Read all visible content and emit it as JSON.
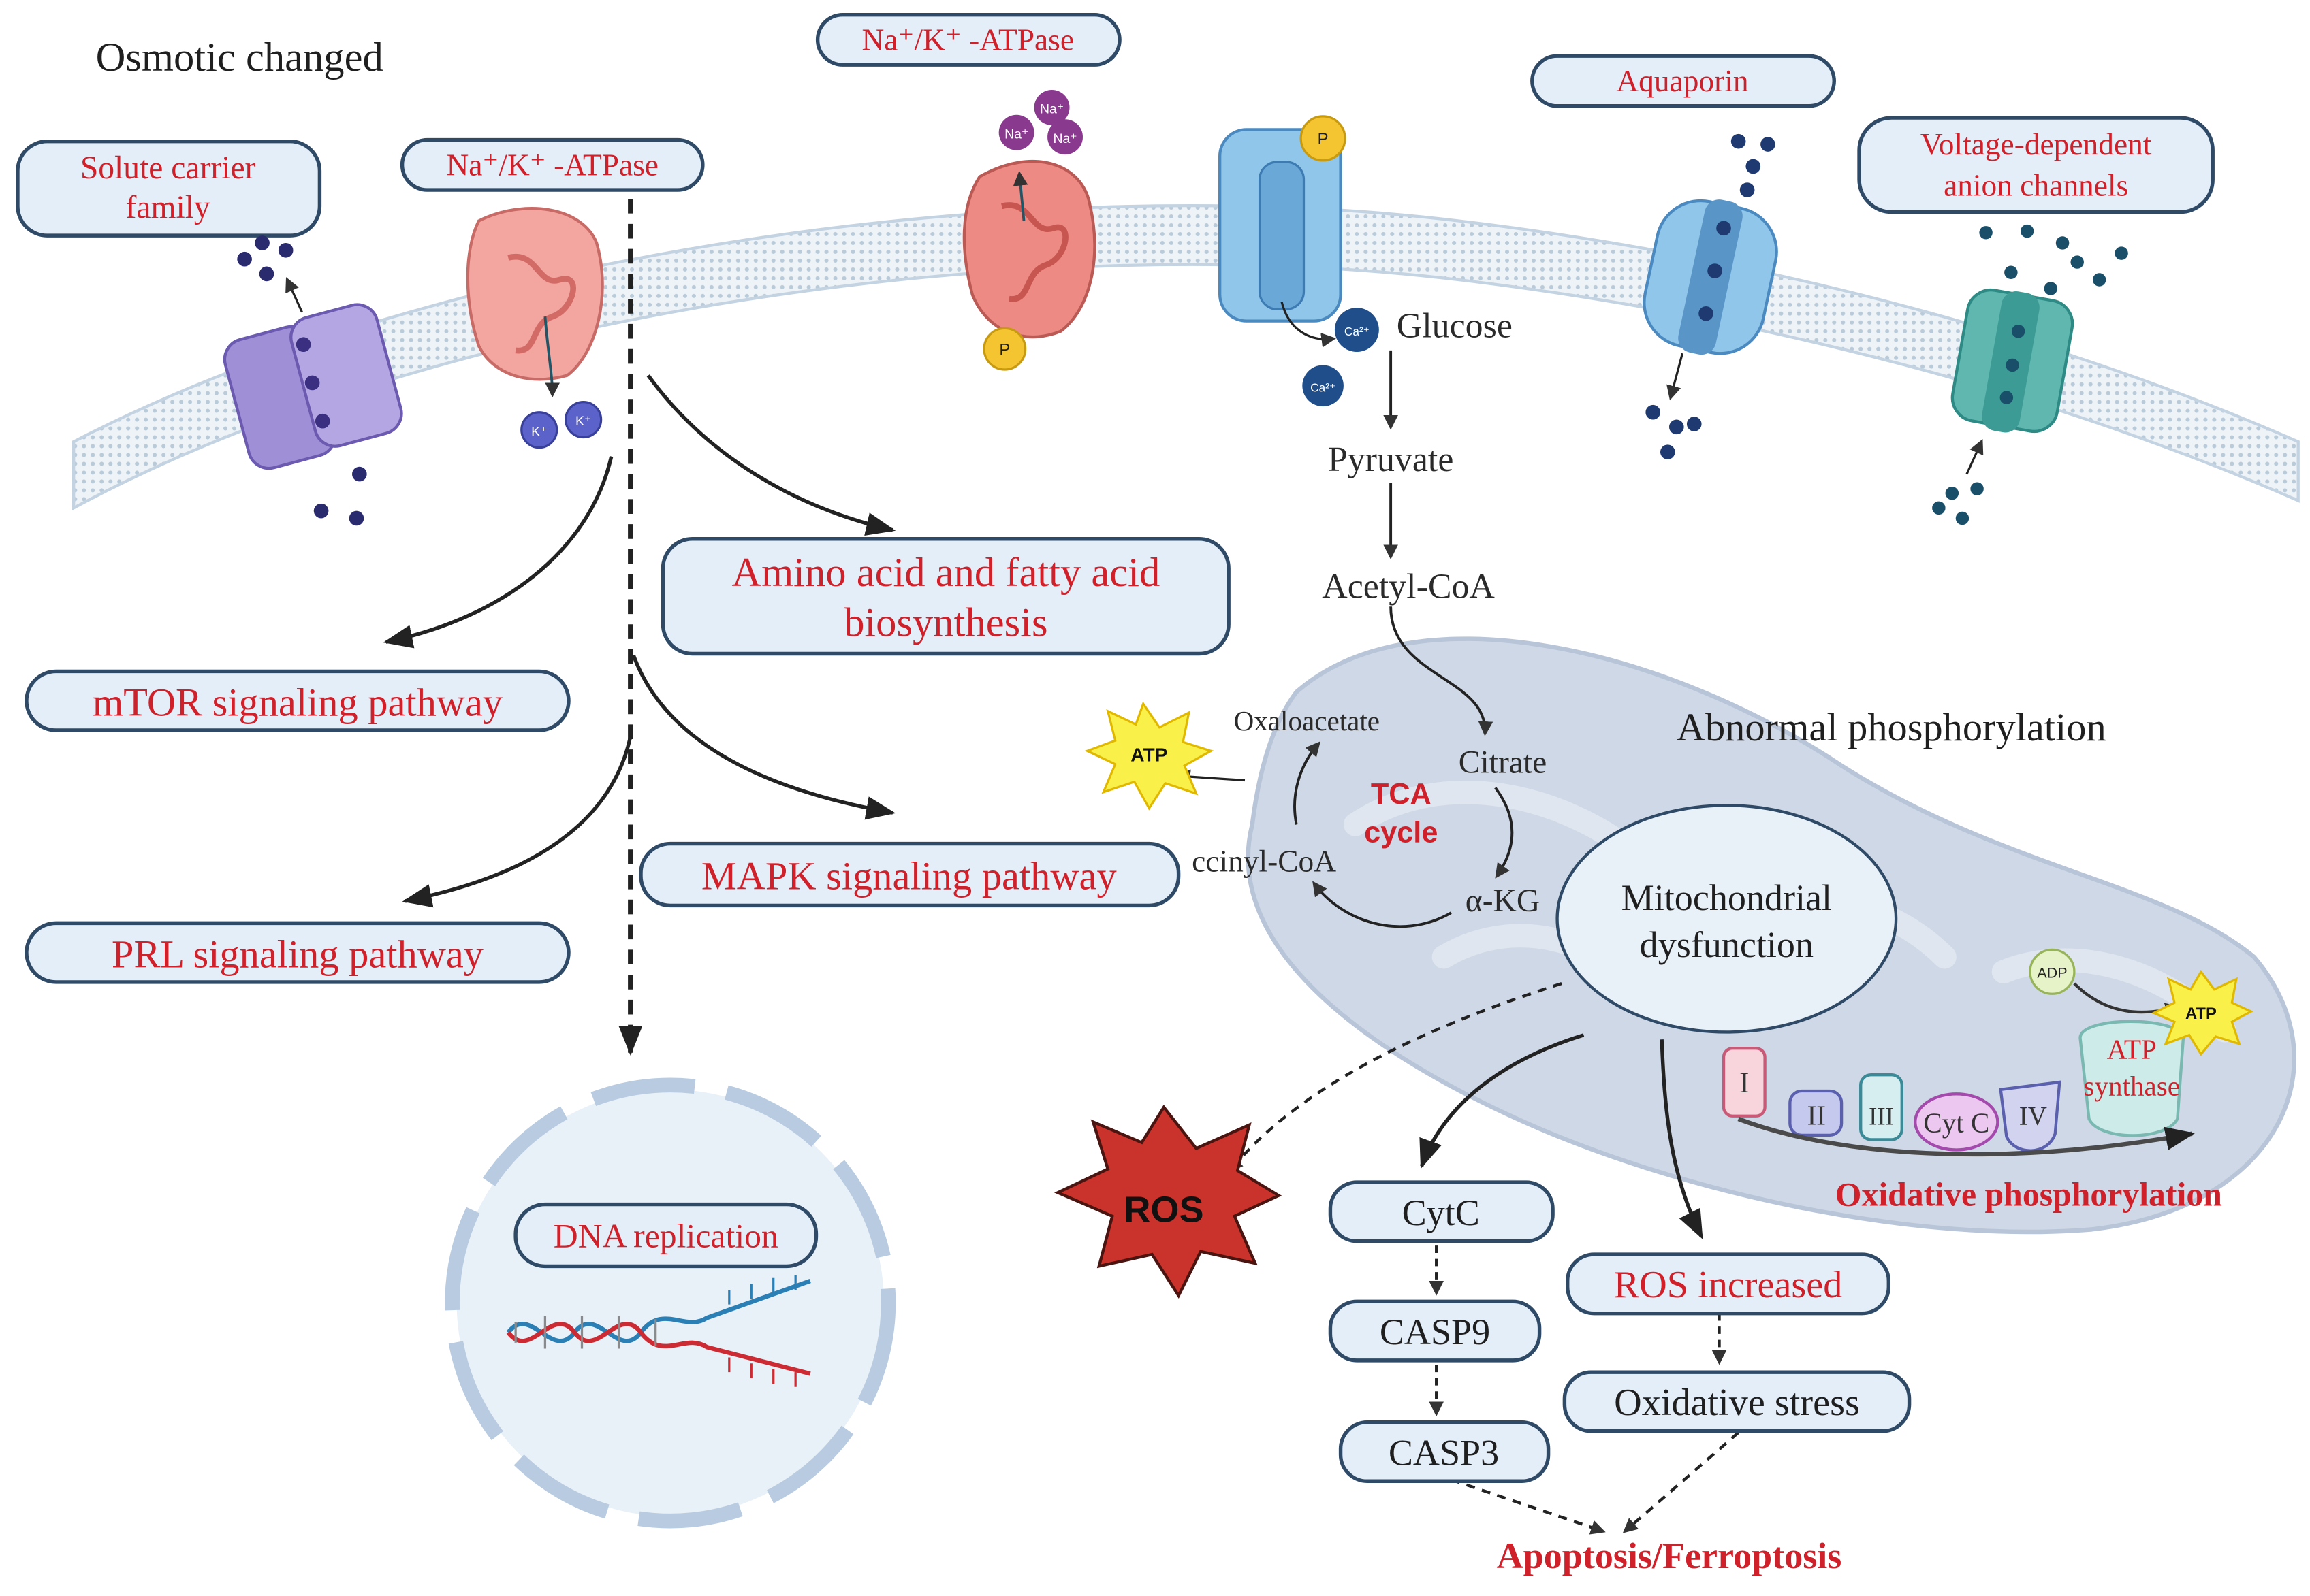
{
  "colors": {
    "label_red": "#d0202a",
    "box_fill": "#e3eef9",
    "box_stroke": "#2f4a66",
    "membrane": "#c4d3e2",
    "mito": "#cfd8e6",
    "text_dark": "#1f1f1f"
  },
  "headings": {
    "osmotic": "Osmotic changed",
    "abnormal": "Abnormal phosphorylation"
  },
  "membrane_labels": {
    "slc": [
      "Solute carrier",
      "family"
    ],
    "nak1": "Na⁺/K⁺ -ATPase",
    "nak2": "Na⁺/K⁺ -ATPase",
    "aquaporin": "Aquaporin",
    "vdac": [
      "Voltage-dependent",
      "anion channels"
    ]
  },
  "pathways": {
    "amino": [
      "Amino acid and fatty acid",
      "biosynthesis"
    ],
    "mtor": "mTOR signaling pathway",
    "mapk": "MAPK signaling pathway",
    "prl": "PRL signaling pathway",
    "dna": "DNA replication"
  },
  "metabolism": {
    "glucose": "Glucose",
    "pyruvate": "Pyruvate",
    "acetyl": "Acetyl-CoA",
    "oxaloacetate": "Oxaloacetate",
    "citrate": "Citrate",
    "akg": "α-KG",
    "succinyl": "ccinyl-CoA",
    "tca": [
      "TCA",
      "cycle"
    ]
  },
  "mitochondria": {
    "dysfunction": [
      "Mitochondrial",
      "dysfunction"
    ],
    "complexes": [
      "I",
      "II",
      "III",
      "Cyt C",
      "IV"
    ],
    "atp_synthase": [
      "ATP",
      "synthase"
    ],
    "oxphos": "Oxidative phosphorylation",
    "adp": "ADP"
  },
  "outcomes": {
    "ros": "ROS",
    "cytc": "CytC",
    "casp9": "CASP9",
    "casp3": "CASP3",
    "ros_increased": "ROS increased",
    "oxidative_stress": "Oxidative stress",
    "apoptosis": "Apoptosis/Ferroptosis"
  },
  "icons": {
    "atp": "ATP",
    "phosphate": "P",
    "na": "Na⁺",
    "k": "K⁺",
    "ca": "Ca²⁺"
  }
}
